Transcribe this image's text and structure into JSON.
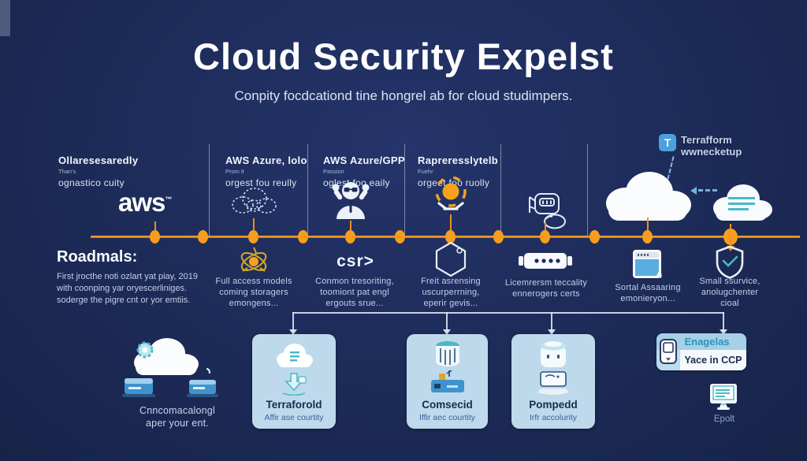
{
  "colors": {
    "background_navy": "#1d2b59",
    "accent_orange": "#f79d1e",
    "accent_teal": "#49b8c8",
    "accent_blue": "#4ba0dd",
    "card_blue": "#bed9ec"
  },
  "header": {
    "title": "Cloud Security Expelst",
    "subtitle": "Conpity focdcationd tine hongrel ab for cloud studimpers."
  },
  "timeline": {
    "columns": [
      {
        "heading": "Ollaresesaredly",
        "tiny": "Than's",
        "line": "ognastico cuity"
      },
      {
        "heading": "AWS Azure, lolo",
        "tiny": "Prom it",
        "line": "orgest fou reully"
      },
      {
        "heading": "AWS Azure/GPP",
        "tiny": "Passion",
        "line": "oglest foo eaily"
      },
      {
        "heading": "Rapreresslytelb",
        "tiny": "Fuehr",
        "line": "orgeet foo ruolly"
      }
    ],
    "aws_logo": "aws",
    "aws_tm": "™",
    "terraform": {
      "line1": "Terrafform",
      "line2": "wwnecketup"
    }
  },
  "roadmap": {
    "heading": "Roadmals:",
    "lines": [
      "First jrocthe noti ozlart yat piay, 2019",
      "with coonping yar oryescerliniges.",
      "soderge the pigre cnt or yor emtiis."
    ]
  },
  "milestones": [
    {
      "lines": [
        "Full access models",
        "coming storagers",
        "emongens..."
      ]
    },
    {
      "label": "csr>",
      "lines": [
        "Conmon tresoriting,",
        "toomiont pat engl",
        "ergouts srue..."
      ]
    },
    {
      "lines": [
        "Freit asrensing",
        "uscurperrning,",
        "eperir gevis..."
      ]
    },
    {
      "lines": [
        "Licemrersm teccality",
        "ennerogers certs"
      ]
    },
    {
      "lines": [
        "Sortal Assaaring",
        "emonieryon..."
      ]
    },
    {
      "lines": [
        "Small ssurvice,",
        "anolugchenter",
        "cioal"
      ]
    }
  ],
  "bottom": {
    "left_caption": [
      "Cnncomacalongl",
      "aper your ent."
    ],
    "cards": [
      {
        "title": "Terraforold",
        "subtitle": "Affir ase courtity"
      },
      {
        "title": "Comsecid",
        "subtitle": "Iffir aec courtity"
      },
      {
        "title": "Pompedd",
        "subtitle": "Irfr accolurity"
      }
    ],
    "badge": {
      "header": "Enagelas",
      "body": "Yace in CCP"
    },
    "monitor_label": "Epolt"
  }
}
